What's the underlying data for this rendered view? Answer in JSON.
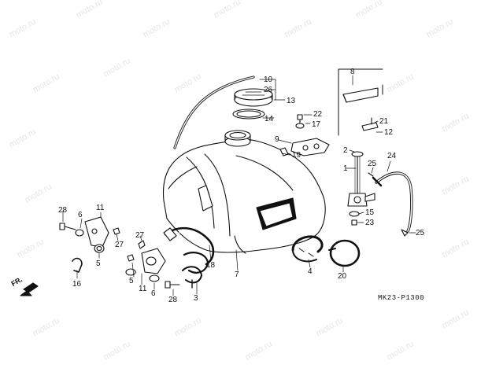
{
  "watermark": "moto.ru",
  "diagram_code": "MK23-P1300",
  "front_indicator": "FR.",
  "callouts": {
    "c1": "1",
    "c2": "2",
    "c3": "3",
    "c4": "4",
    "c5": "5",
    "c6a": "6",
    "c6b": "6",
    "c7": "7",
    "c8": "8",
    "c9": "9",
    "c10": "10",
    "c11a": "11",
    "c11b": "11",
    "c12": "12",
    "c13": "13",
    "c14": "14",
    "c15": "15",
    "c16": "16",
    "c17": "17",
    "c18": "18",
    "c19": "19",
    "c20": "20",
    "c21": "21",
    "c22": "22",
    "c23": "23",
    "c24": "24",
    "c25a": "25",
    "c25b": "25",
    "c26": "26",
    "c27a": "27",
    "c27b": "27",
    "c28a": "28",
    "c28b": "28"
  }
}
